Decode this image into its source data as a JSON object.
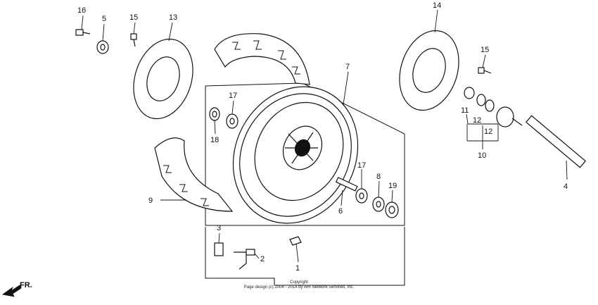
{
  "callouts": {
    "c16": "16",
    "c5": "5",
    "c15a": "15",
    "c13": "13",
    "c14": "14",
    "c15b": "15",
    "c7": "7",
    "c17a": "17",
    "c18": "18",
    "c11": "11",
    "c12a": "12",
    "c12b": "12",
    "c10": "10",
    "c4": "4",
    "c17b": "17",
    "c8": "8",
    "c19": "19",
    "c6": "6",
    "c9": "9",
    "c3": "3",
    "c2": "2",
    "c1": "1"
  },
  "front_arrow": "FR.",
  "copyright": {
    "line1": "Copyright",
    "line2": "Page design (c) 2004 - 2014 by ARI Network Services, Inc."
  }
}
